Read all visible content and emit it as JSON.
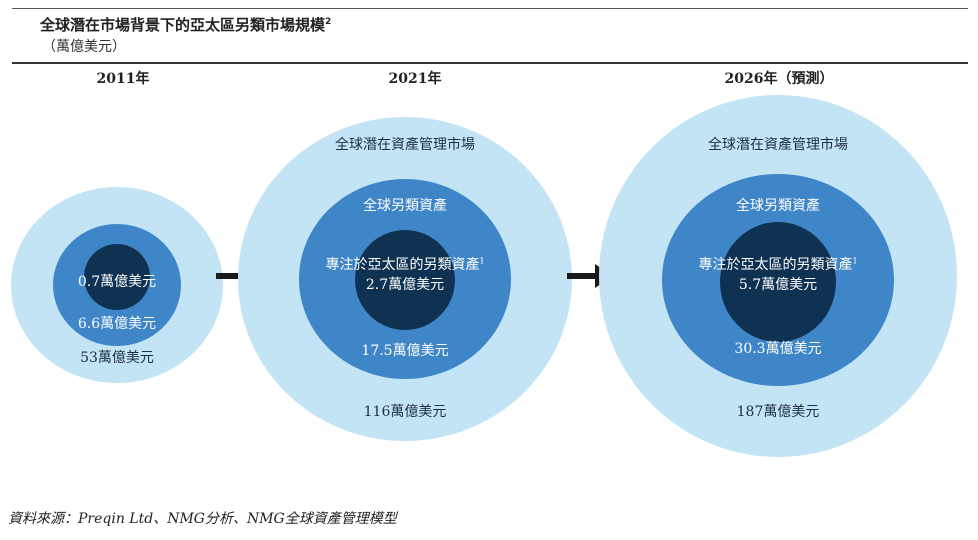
{
  "header": {
    "title": "全球潛在市場背景下的亞太區另類市場規模",
    "title_sup": "2",
    "unit": "（萬億美元）"
  },
  "columns": [
    {
      "year": "2011年",
      "outer_label": "",
      "middle_label": "",
      "inner_label": "",
      "inner_label_sup": "",
      "outer_value": "53萬億美元",
      "middle_value": "6.6萬億美元",
      "inner_value": "0.7萬億美元"
    },
    {
      "year": "2021年",
      "outer_label": "全球潛在資產管理市場",
      "middle_label": "全球另類資產",
      "inner_label": "專注於亞太區的另類資產",
      "inner_label_sup": "1",
      "outer_value": "116萬億美元",
      "middle_value": "17.5萬億美元",
      "inner_value": "2.7萬億美元"
    },
    {
      "year": "2026年（預測）",
      "outer_label": "全球潛在資產管理市場",
      "middle_label": "全球另類資產",
      "inner_label": "專注於亞太區的另類資產",
      "inner_label_sup": "1",
      "outer_value": "187萬億美元",
      "middle_value": "30.3萬億美元",
      "inner_value": "5.7萬億美元"
    }
  ],
  "footer": {
    "source": "資料來源：Preqin Ltd、NMG分析、NMG全球資產管理模型"
  },
  "colors": {
    "outer_ring": "#c2e4f5",
    "middle_ring": "#3f86c8",
    "inner_core": "#0f3152",
    "arrow": "#1a1a1a"
  },
  "icons": [
    "right-arrow-icon",
    "right-arrow-icon"
  ]
}
